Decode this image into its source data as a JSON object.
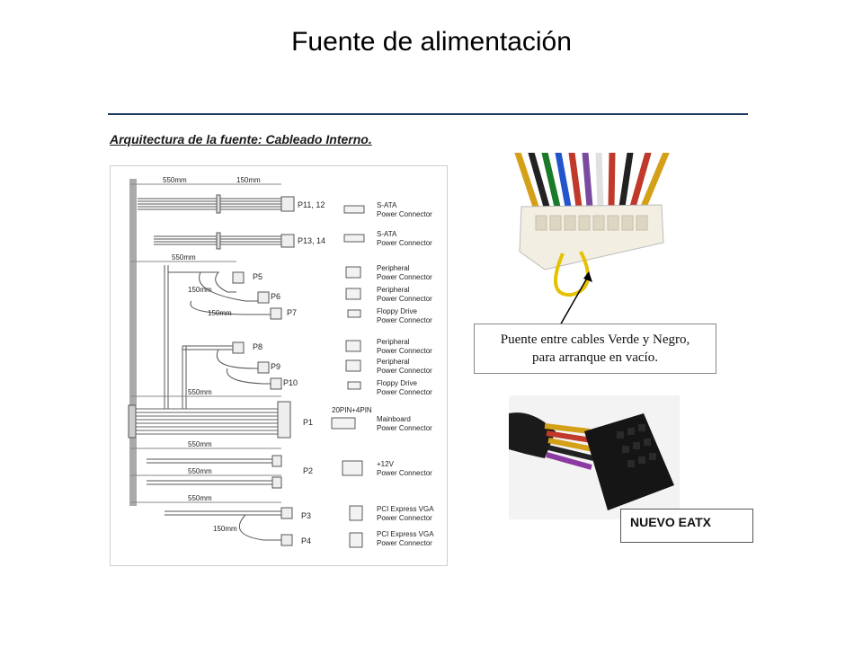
{
  "slide": {
    "title": "Fuente de alimentación"
  },
  "section": {
    "title": "Arquitectura de la fuente: Cableado Interno."
  },
  "diagram": {
    "dims": {
      "d550a": "550mm",
      "d150a": "150mm",
      "d550b": "550mm",
      "d150b": "150mm",
      "d150c": "150mm",
      "d550c": "550mm",
      "d550d": "550mm",
      "d550e": "550mm",
      "d550f": "550mm",
      "d150d": "150mm"
    },
    "connectors": {
      "p11": "P11, 12",
      "p13": "P13, 14",
      "p5": "P5",
      "p6": "P6",
      "p7": "P7",
      "p8": "P8",
      "p9": "P9",
      "p10": "P10",
      "p1": "P1",
      "p2": "P2",
      "p3": "P3",
      "p4": "P4",
      "pin": "20PIN+4PIN"
    },
    "legend": [
      {
        "name": "S-ATA",
        "sub": "Power Connector"
      },
      {
        "name": "S-ATA",
        "sub": "Power Connector"
      },
      {
        "name": "Peripheral",
        "sub": "Power Connector"
      },
      {
        "name": "Peripheral",
        "sub": "Power Connector"
      },
      {
        "name": "Floppy Drive",
        "sub": "Power Connector"
      },
      {
        "name": "Peripheral",
        "sub": "Power Connector"
      },
      {
        "name": "Peripheral",
        "sub": "Power Connector"
      },
      {
        "name": "Floppy Drive",
        "sub": "Power Connector"
      },
      {
        "name": "Mainboard",
        "sub": "Power Connector"
      },
      {
        "name": "+12V",
        "sub": "Power Connector"
      },
      {
        "name": "PCI Express VGA",
        "sub": "Power Connector"
      },
      {
        "name": "PCI Express VGA",
        "sub": "Power Connector"
      }
    ]
  },
  "photo_top": {
    "caption_line1": "Puente entre cables Verde y Negro,",
    "caption_line2": "para arranque en vacío."
  },
  "photo_bottom": {
    "label": "NUEVO EATX"
  }
}
